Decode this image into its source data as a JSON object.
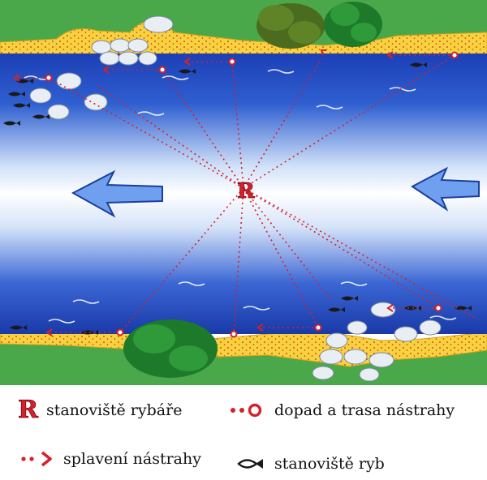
{
  "colors": {
    "grass": "#4aa84a",
    "bank_sand": "#f7d23e",
    "bank_dots": "#c9281f",
    "water_deep": "#1c3fb6",
    "water_mid": "#4f7fe0",
    "water_light": "#ffffff",
    "route_red": "#d6202b",
    "arrow_blue": "#2f6fe0",
    "bush_dark": "#3f6b22",
    "bush_light": "#1f8a2e",
    "stones": "#e8eef4"
  },
  "icons": {
    "angler_marker": "letter-R-marker",
    "flow_arrow": "left-arrow",
    "fish": "fish-silhouette"
  },
  "map": {
    "angler_letter": "R"
  },
  "legend": {
    "angler_symbol": "R",
    "angler_label": "stanoviště rybáře",
    "cast_label": "dopad a trasa nástrahy",
    "drift_label": "splavení nástrahy",
    "fish_label": "stanoviště ryb"
  }
}
